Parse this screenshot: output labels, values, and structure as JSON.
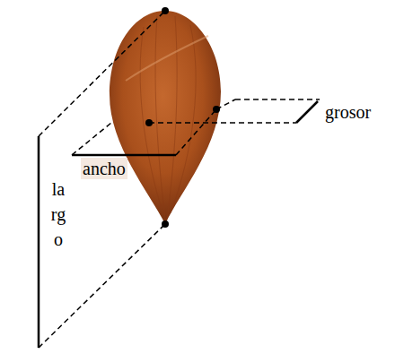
{
  "diagram": {
    "labels": [
      "largo",
      "ancho",
      "grosor"
    ]
  }
}
